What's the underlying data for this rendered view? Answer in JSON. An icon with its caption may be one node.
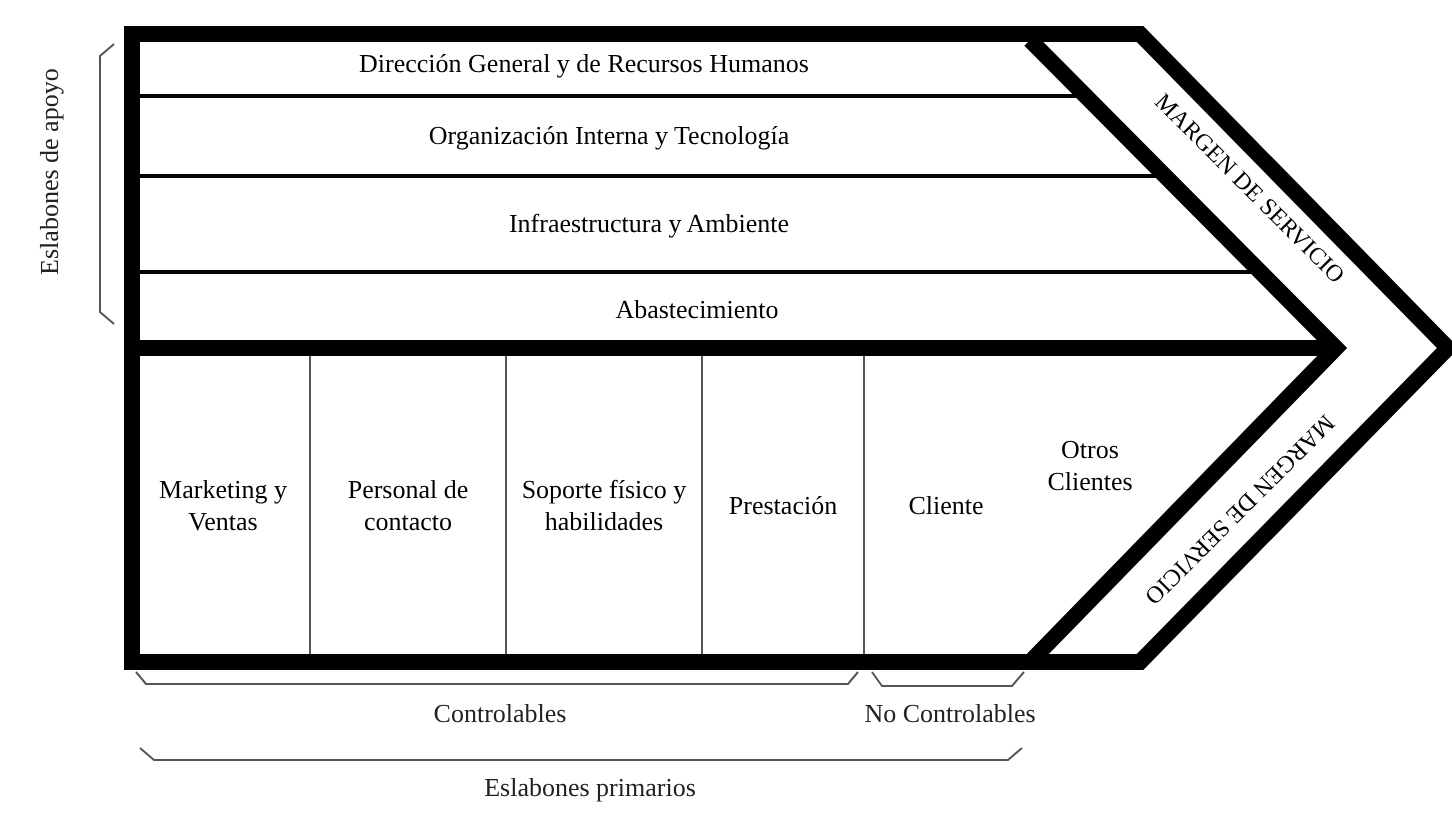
{
  "diagram": {
    "nodes": [
      {
        "text": [
          "Dirección General y de Recursos Humanos"
        ]
      },
      {
        "text": [
          "Organización Interna y Tecnología"
        ]
      },
      {
        "text": [
          "Infraestructura y Ambiente"
        ]
      },
      {
        "text": [
          "Abastecimiento"
        ]
      },
      {
        "text": [
          "MARGEN DE SERVICIO"
        ]
      },
      {
        "text": [
          "Marketing y Ventas"
        ]
      },
      {
        "text": [
          "Personal de contacto"
        ]
      },
      {
        "text": [
          "Soporte físico y habilidades"
        ]
      },
      {
        "text": [
          "Prestación"
        ]
      },
      {
        "text": [
          "Cliente"
        ]
      },
      {
        "text": [
          "Otros Clientes"
        ]
      },
      {
        "text": [
          "MARGEN DE SERVICIO"
        ]
      }
    ],
    "labels": [
      "Eslabones de apoyo",
      "Controlables",
      "No Controlables",
      "Eslabones primarios"
    ]
  }
}
